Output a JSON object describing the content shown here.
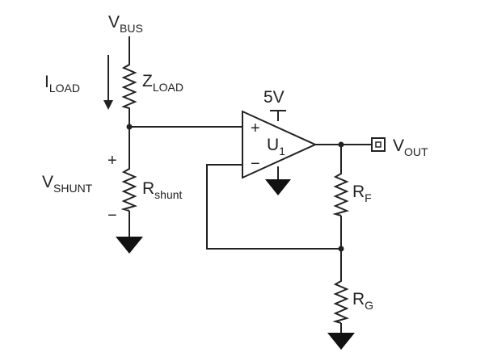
{
  "labels": {
    "vbus_main": "V",
    "vbus_sub": "BUS",
    "iload_main": "I",
    "iload_sub": "LOAD",
    "zload_main": "Z",
    "zload_sub": "LOAD",
    "supply": "5V",
    "u1_main": "U",
    "u1_sub": "1",
    "opamp_plus": "+",
    "opamp_minus": "−",
    "vshunt_main": "V",
    "vshunt_sub": "SHUNT",
    "vshunt_plus": "+",
    "vshunt_minus": "−",
    "rshunt_main": "R",
    "rshunt_sub": "shunt",
    "vout_main": "V",
    "vout_sub": "OUT",
    "rf_main": "R",
    "rf_sub": "F",
    "rg_main": "R",
    "rg_sub": "G"
  },
  "colors": {
    "ink": "#222222",
    "ground_fill": "#111111",
    "background": "#ffffff"
  },
  "icons": {
    "ground": "ground-symbol",
    "resistor": "zigzag-resistor",
    "opamp": "triangle-opamp",
    "output_terminal": "square-terminal"
  }
}
